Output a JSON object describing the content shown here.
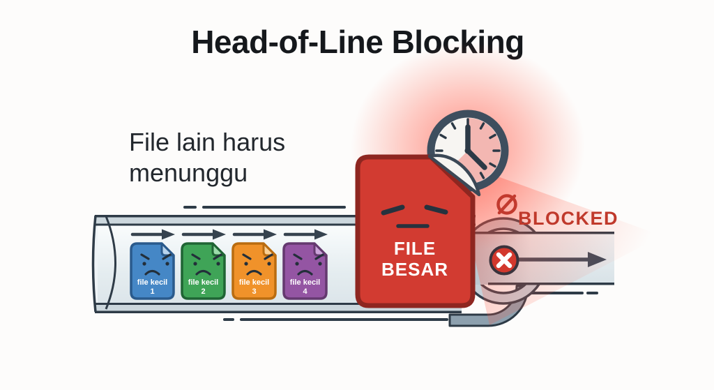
{
  "title": "Head-of-Line Blocking",
  "caption": {
    "line1": "File lain harus",
    "line2": "menunggu"
  },
  "queue": {
    "small_files": [
      {
        "label": "file kecil",
        "number": "1",
        "color": "#4587c6",
        "border": "#2a5a8c",
        "fold": "#b8d4ec"
      },
      {
        "label": "file kecil",
        "number": "2",
        "color": "#3fa457",
        "border": "#1f6434",
        "fold": "#9bdcab"
      },
      {
        "label": "file kecil",
        "number": "3",
        "color": "#f0922a",
        "border": "#b96c10",
        "fold": "#f9d096"
      },
      {
        "label": "file kecil",
        "number": "4",
        "color": "#9455a3",
        "border": "#64396f",
        "fold": "#cba4d9"
      }
    ],
    "big_file": {
      "line1": "FILE",
      "line2": "BESAR",
      "color": "#d23b31",
      "border": "#8e2620"
    },
    "blocked_label": "BLOCKED"
  },
  "icons": {
    "clock": "clock-icon",
    "prohibition": "no-entry-icon",
    "blocked_x": "x-circle-icon",
    "flow_arrows": "right-arrow-icon",
    "angry_face": "angry-face",
    "annoyed_face": "unamused-face"
  },
  "colors": {
    "outline": "#2e3b47",
    "pipe_wall": "#ccd7dd",
    "pipe_interior_top": "#f8fafb",
    "pipe_interior_bottom": "#dce5ea",
    "bend_ring": "#c6d1d9",
    "bend_scoop": "#8da0ae",
    "glow_red": "#ff4332",
    "blocked_red": "#c0392b",
    "x_badge_red": "#d2382d",
    "clock_rim": "#3e4e5e",
    "clock_face": "#f7f5f2",
    "clock_shade": "#f3b7b2",
    "background": "#fdfcfb"
  }
}
